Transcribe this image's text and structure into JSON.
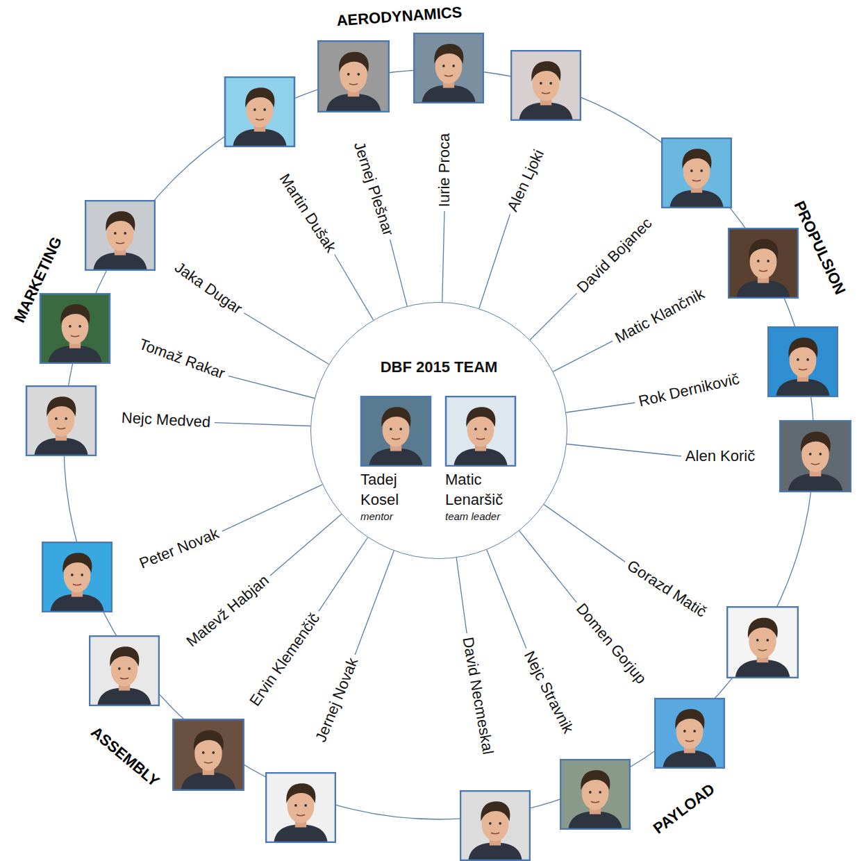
{
  "diagram": {
    "nodes": [
      {
        "text": [
          "DBF 2015 TEAM"
        ]
      },
      {
        "text": [
          "Tadej Kosel",
          "mentor"
        ],
        "in": 0
      },
      {
        "text": [
          "Matic Lenaršič",
          "team leader"
        ],
        "in": 0
      },
      {
        "text": [
          "Martin Dušak"
        ]
      },
      {
        "text": [
          "Jernej Plešnar"
        ]
      },
      {
        "text": [
          "Iurie Proca"
        ]
      },
      {
        "text": [
          "Alen Ljoki"
        ]
      },
      {
        "text": [
          "David Bojanec"
        ]
      },
      {
        "text": [
          "Matic Klančnik"
        ]
      },
      {
        "text": [
          "Rok Dernikovič"
        ]
      },
      {
        "text": [
          "Alen Korič"
        ]
      },
      {
        "text": [
          "Gorazd Matič"
        ]
      },
      {
        "text": [
          "Domen Gorjup"
        ]
      },
      {
        "text": [
          "Nejc Stravnik"
        ]
      },
      {
        "text": [
          "David Necmeskal"
        ]
      },
      {
        "text": [
          "Jernej Novak"
        ]
      },
      {
        "text": [
          "Ervin Klemenčič"
        ]
      },
      {
        "text": [
          "Matevž Habjan"
        ]
      },
      {
        "text": [
          "Peter Novak"
        ]
      },
      {
        "text": [
          "Nejc Medved"
        ]
      },
      {
        "text": [
          "Tomaž Rakar"
        ]
      },
      {
        "text": [
          "Jaka Dugar"
        ]
      }
    ],
    "edges": [
      {
        "from": 0,
        "to": 3,
        "arrow": "none"
      },
      {
        "from": 0,
        "to": 4,
        "arrow": "none"
      },
      {
        "from": 0,
        "to": 5,
        "arrow": "none"
      },
      {
        "from": 0,
        "to": 6,
        "arrow": "none"
      },
      {
        "from": 0,
        "to": 7,
        "arrow": "none"
      },
      {
        "from": 0,
        "to": 8,
        "arrow": "none"
      },
      {
        "from": 0,
        "to": 9,
        "arrow": "none"
      },
      {
        "from": 0,
        "to": 10,
        "arrow": "none"
      },
      {
        "from": 0,
        "to": 11,
        "arrow": "none"
      },
      {
        "from": 0,
        "to": 12,
        "arrow": "none"
      },
      {
        "from": 0,
        "to": 13,
        "arrow": "none"
      },
      {
        "from": 0,
        "to": 14,
        "arrow": "none"
      },
      {
        "from": 0,
        "to": 15,
        "arrow": "none"
      },
      {
        "from": 0,
        "to": 16,
        "arrow": "none"
      },
      {
        "from": 0,
        "to": 17,
        "arrow": "none"
      },
      {
        "from": 0,
        "to": 18,
        "arrow": "none"
      },
      {
        "from": 0,
        "to": 19,
        "arrow": "none"
      },
      {
        "from": 0,
        "to": 20,
        "arrow": "none"
      },
      {
        "from": 0,
        "to": 21,
        "arrow": "none"
      }
    ],
    "labels": [
      "AERODYNAMICS",
      "PROPULSION",
      "PAYLOAD",
      "ASSEMBLY",
      "MARKETING"
    ]
  }
}
